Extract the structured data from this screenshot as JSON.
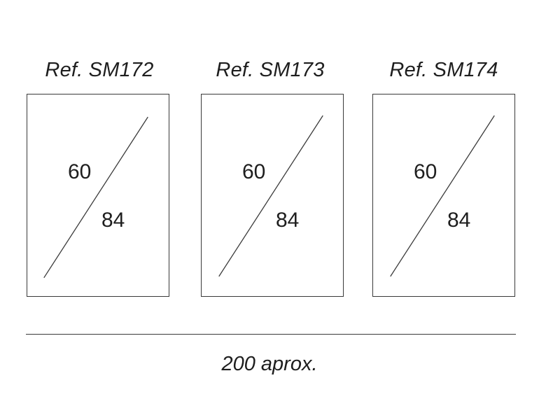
{
  "panels": [
    {
      "ref": "Ref. SM172",
      "width_label": "60",
      "height_label": "84"
    },
    {
      "ref": "Ref. SM173",
      "width_label": "60",
      "height_label": "84"
    },
    {
      "ref": "Ref. SM174",
      "width_label": "60",
      "height_label": "84"
    }
  ],
  "total_width_label": "200 aprox.",
  "colors": {
    "line": "#3a3a3a",
    "text": "#1e1e1e",
    "background": "#ffffff"
  }
}
